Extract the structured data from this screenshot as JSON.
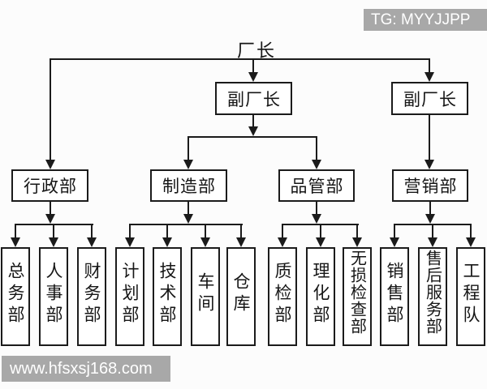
{
  "watermarks": {
    "top_right": "TG: MYYJJPP",
    "bottom_left": "www.hfsxsj168.com"
  },
  "org": {
    "level1": {
      "label": "厂长"
    },
    "level2": [
      {
        "label": "副厂长"
      },
      {
        "label": "副厂长"
      }
    ],
    "level3": [
      {
        "label": "行政部",
        "children": [
          "总务部",
          "人事部",
          "财务部"
        ]
      },
      {
        "label": "制造部",
        "children": [
          "计划部",
          "技术部",
          "车间",
          "仓库"
        ]
      },
      {
        "label": "品管部",
        "children": [
          "质检部",
          "理化部",
          "无损检查部"
        ]
      },
      {
        "label": "营销部",
        "children": [
          "销售部",
          "售后服务部",
          "工程队"
        ]
      }
    ]
  },
  "colors": {
    "line": "#1b1b1b",
    "box_border": "#1b1b1b",
    "box_fill": "#ffffff",
    "background": "#fcfcfc",
    "watermark_bg": "#a8a8a8",
    "watermark_text": "#ffffff"
  }
}
